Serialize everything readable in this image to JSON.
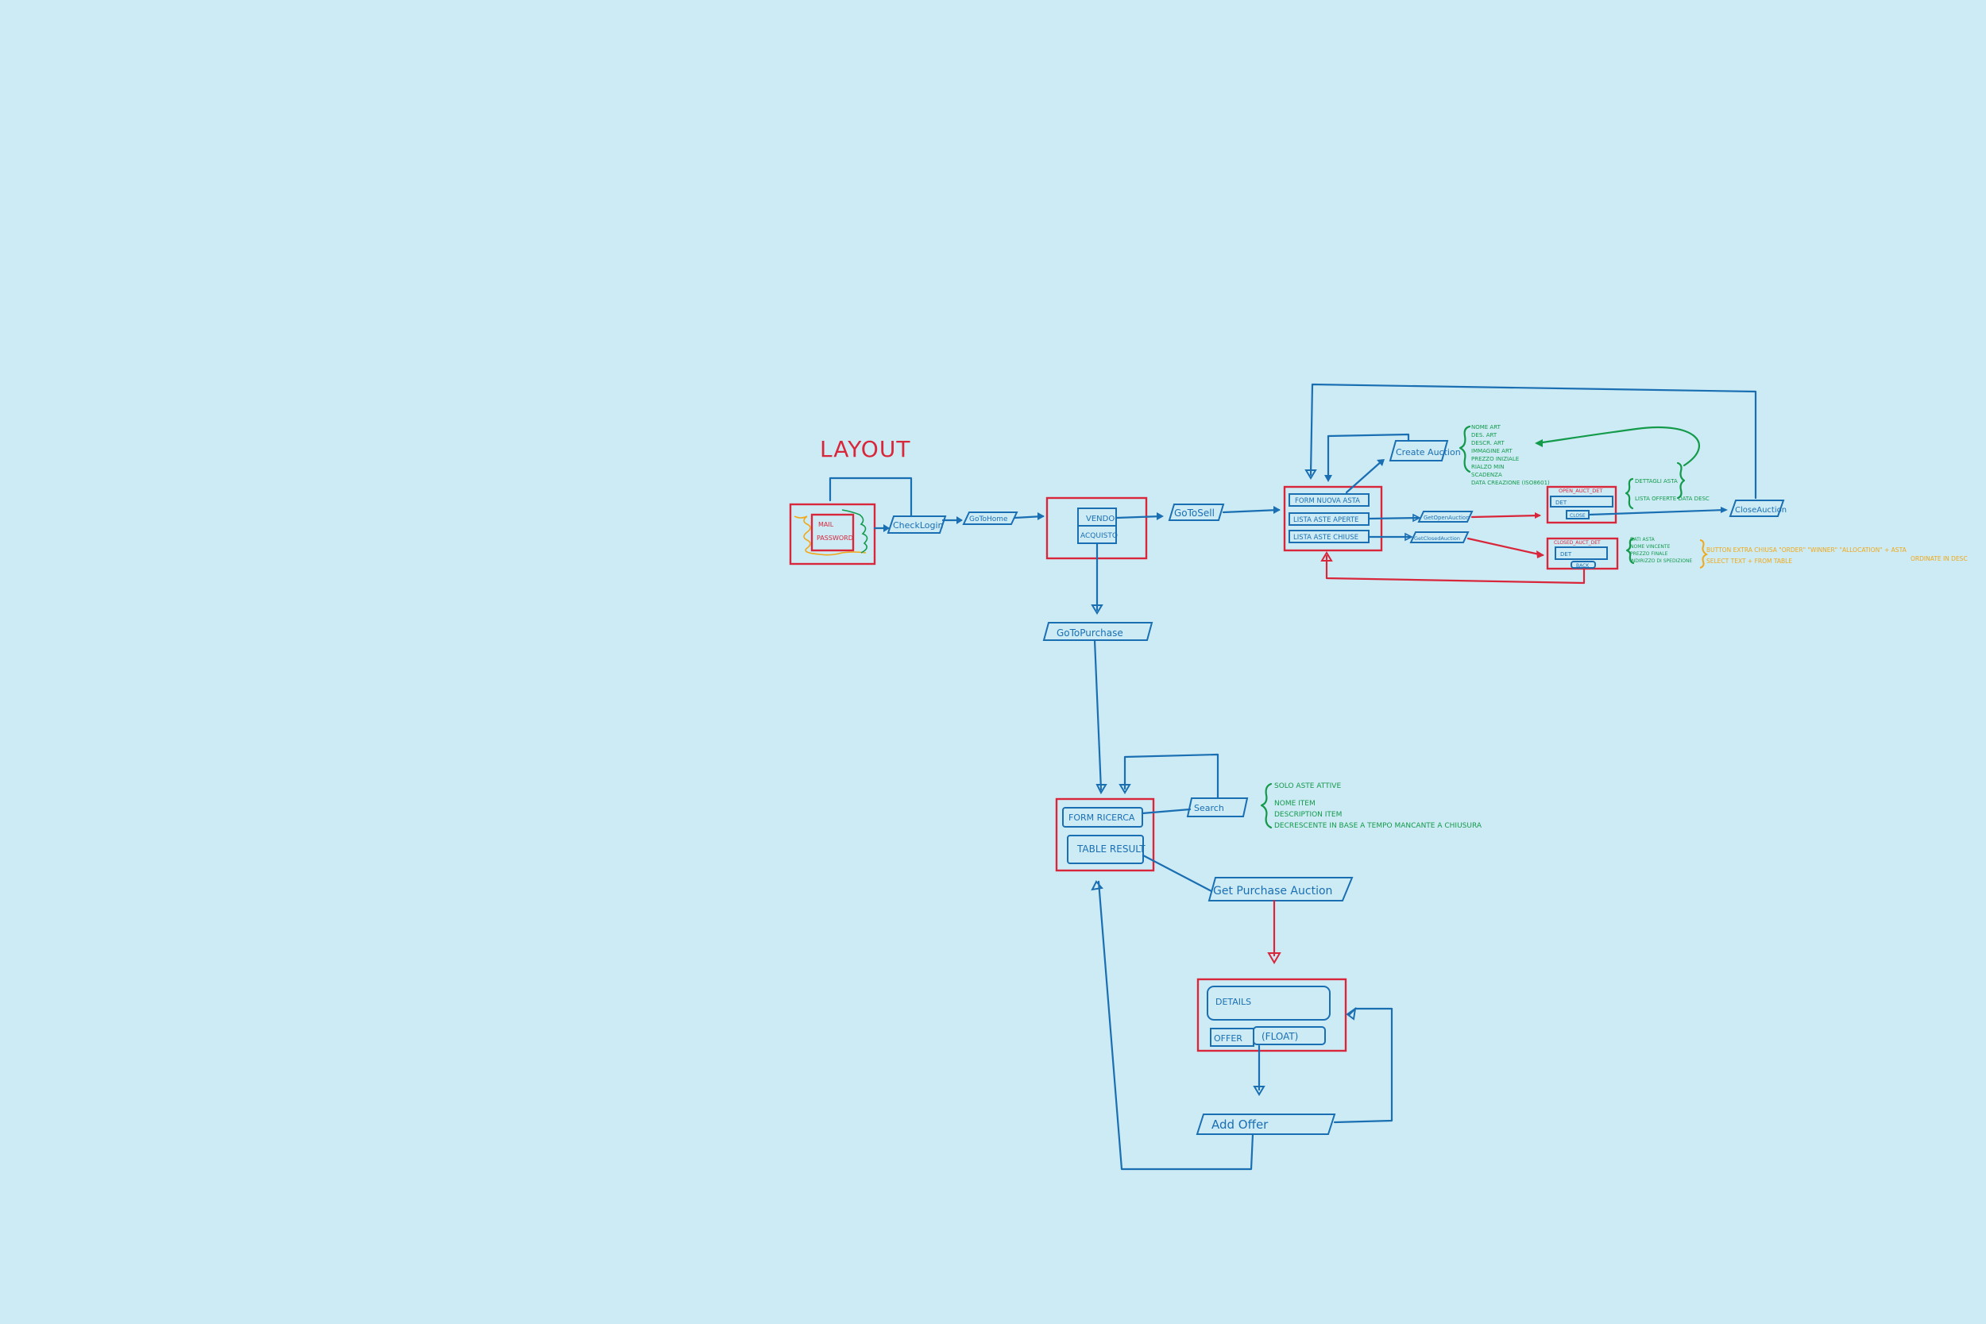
{
  "title": "LAYOUT",
  "colors": {
    "background": "#cdebf5",
    "blue": "#1a6fb3",
    "red": "#d8263a",
    "green": "#139a4a",
    "orange": "#f0a818"
  },
  "login": {
    "mail": "MAIL",
    "password": "PASSWORD"
  },
  "actions": {
    "check_login": "CheckLogin",
    "go_to_home": "GoToHome",
    "go_to_sell": "GoToSell",
    "go_to_purchase": "GoToPurchase",
    "create_auction": "Create Auction",
    "get_open_auction": "GetOpenAuction",
    "get_closed_auction": "GetClosedAuction",
    "close_auction": "CloseAuction",
    "search": "Search",
    "get_purchase_auction": "Get Purchase Auction",
    "add_offer": "Add Offer"
  },
  "home": {
    "vendo": "VENDO",
    "acquisto": "ACQUISTO"
  },
  "sell": {
    "form_nuova_asta": "FORM NUOVA ASTA",
    "lista_aste_aperte": "LISTA ASTE APERTE",
    "lista_aste_chiuse": "LISTA ASTE CHIUSE"
  },
  "open_detail": {
    "title": "OPEN_AUCT_DET",
    "det": "DET",
    "close": "CLOSE"
  },
  "closed_detail": {
    "title": "CLOSED_AUCT_DET",
    "det": "DET",
    "back": "BACK"
  },
  "notes": {
    "create_fields": [
      "NOME ART",
      "DES. ART",
      "DESCR. ART",
      "IMMAGINE ART",
      "PREZZO INIZIALE",
      "RIALZO MIN",
      "SCADENZA",
      "DATA CREAZIONE (ISO8601)"
    ],
    "open_fields": [
      "DETTAGLI ASTA",
      "LISTA OFFERTE DATA DESC"
    ],
    "closed_fields": [
      "DATI ASTA",
      "NOME VINCENTE",
      "PREZZO FINALE",
      "INDIRIZZO DI SPEDIZIONE"
    ],
    "closed_orange": [
      "BUTTON EXTRA CHIUSA \"ORDER\" \"WINNER\" \"ALLOCATION\" + ASTA",
      "SELECT TEXT + FROM TABLE",
      "ORDINATE IN DESC"
    ],
    "search_fields": [
      "SOLO ASTE ATTIVE",
      "NOME ITEM",
      "DESCRIPTION ITEM",
      "DECRESCENTE IN BASE A TEMPO MANCANTE A CHIUSURA"
    ]
  },
  "purchase": {
    "form_ricerca": "FORM RICERCA",
    "table_result": "TABLE RESULT",
    "details": "DETAILS",
    "offer": "OFFER",
    "float": "(FLOAT)"
  }
}
